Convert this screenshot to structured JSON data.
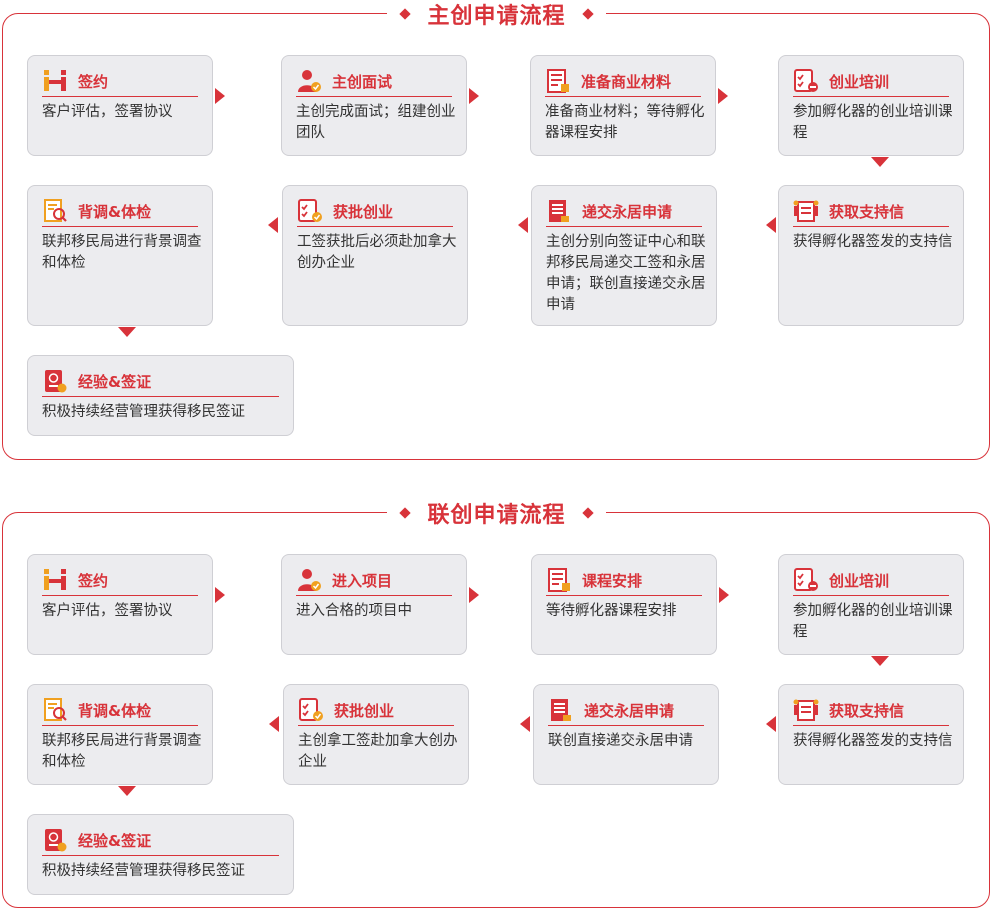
{
  "sections": [
    {
      "title": "主创申请流程",
      "steps": [
        {
          "title": "签约",
          "desc": "客户评估，签署协议",
          "icon": "handshake-icon"
        },
        {
          "title": "主创面试",
          "desc": "主创完成面试；组建创业团队",
          "icon": "interview-person-icon"
        },
        {
          "title": "准备商业材料",
          "desc": "准备商业材料；等待孵化器课程安排",
          "icon": "document-icon"
        },
        {
          "title": "创业培训",
          "desc": "参加孵化器的创业培训课程",
          "icon": "checklist-icon"
        },
        {
          "title": "获取支持信",
          "desc": "获得孵化器签发的支持信",
          "icon": "support-letter-icon"
        },
        {
          "title": "递交永居申请",
          "desc": "主创分别向签证中心和联邦移民局递交工签和永居申请；联创直接递交永居申请",
          "icon": "application-icon"
        },
        {
          "title": "获批创业",
          "desc": "工签获批后必须赴加拿大创办企业",
          "icon": "approval-icon"
        },
        {
          "title": "背调&体检",
          "desc": "联邦移民局进行背景调查和体检",
          "icon": "background-check-icon"
        },
        {
          "title": "经验&签证",
          "desc": "积极持续经营管理获得移民签证",
          "icon": "visa-icon"
        }
      ]
    },
    {
      "title": "联创申请流程",
      "steps": [
        {
          "title": "签约",
          "desc": "客户评估，签署协议",
          "icon": "handshake-icon"
        },
        {
          "title": "进入项目",
          "desc": "进入合格的项目中",
          "icon": "interview-person-icon"
        },
        {
          "title": "课程安排",
          "desc": "等待孵化器课程安排",
          "icon": "document-icon"
        },
        {
          "title": "创业培训",
          "desc": "参加孵化器的创业培训课程",
          "icon": "checklist-icon"
        },
        {
          "title": "获取支持信",
          "desc": "获得孵化器签发的支持信",
          "icon": "support-letter-icon"
        },
        {
          "title": "递交永居申请",
          "desc": "联创直接递交永居申请",
          "icon": "application-icon"
        },
        {
          "title": "获批创业",
          "desc": "主创拿工签赴加拿大创办企业",
          "icon": "approval-icon"
        },
        {
          "title": "背调&体检",
          "desc": "联邦移民局进行背景调查和体检",
          "icon": "background-check-icon"
        },
        {
          "title": "经验&签证",
          "desc": "积极持续经营管理获得移民签证",
          "icon": "visa-icon"
        }
      ]
    }
  ],
  "colors": {
    "accent": "#d8333a",
    "icon_orange": "#f0a020"
  }
}
